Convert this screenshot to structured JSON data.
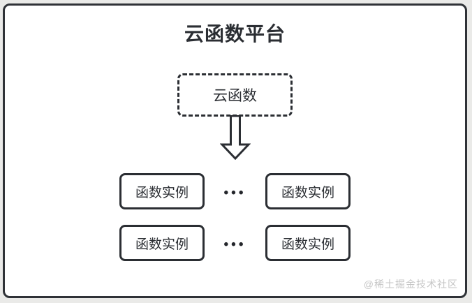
{
  "diagram": {
    "title": "云函数平台",
    "cloud_function_label": "云函数",
    "ellipsis": "•••",
    "instance_rows": [
      {
        "left": "函数实例",
        "right": "函数实例"
      },
      {
        "left": "函数实例",
        "right": "函数实例"
      }
    ],
    "watermark": "@稀土掘金技术社区",
    "icons": {
      "down_arrow": "down-arrow-icon"
    },
    "colors": {
      "page_background": "#eaeae8",
      "canvas_background": "#ffffff",
      "border": "#2f3237",
      "text": "#2b2e33",
      "watermark": "#c6c6c6"
    }
  }
}
